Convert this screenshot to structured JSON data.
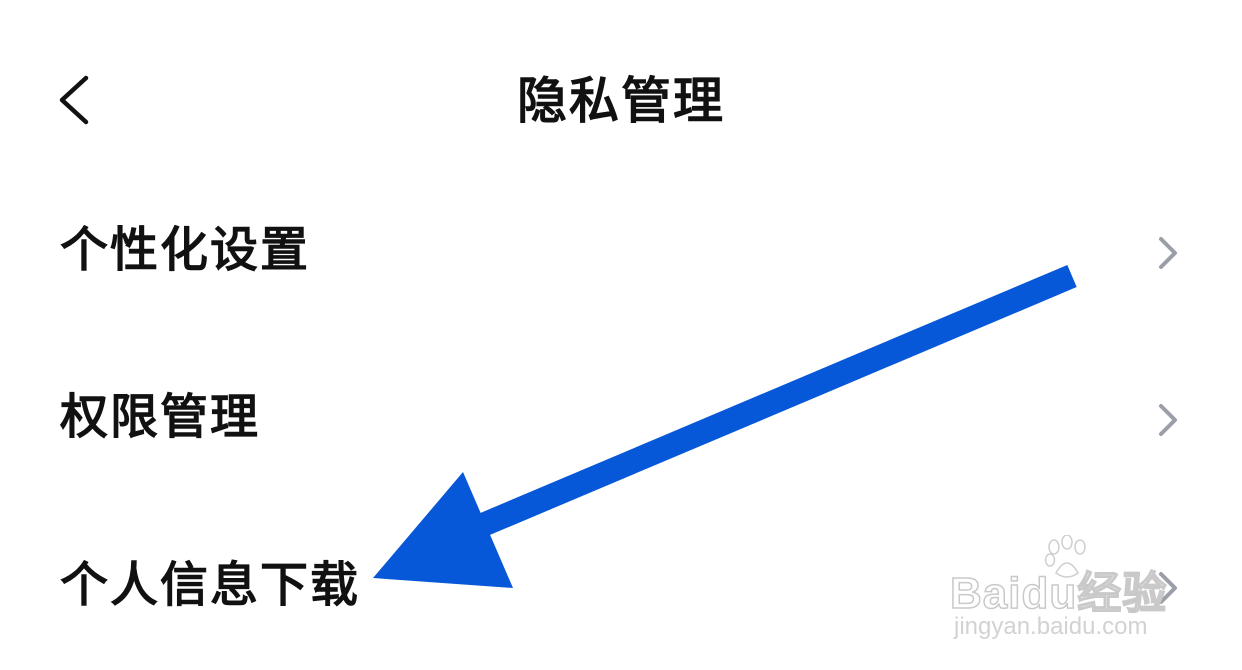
{
  "header": {
    "title": "隐私管理",
    "back_icon": "chevron-left-icon"
  },
  "menu": {
    "items": [
      {
        "label": "个性化设置",
        "icon": "chevron-right-icon"
      },
      {
        "label": "权限管理",
        "icon": "chevron-right-icon"
      },
      {
        "label": "个人信息下载",
        "icon": "chevron-right-icon"
      }
    ]
  },
  "annotation": {
    "arrow_color": "#0757d9"
  },
  "watermark": {
    "brand": "Baidu经验",
    "url": "jingyan.baidu.com"
  },
  "colors": {
    "text": "#111111",
    "chevron": "#9a9ea6",
    "background": "#ffffff"
  }
}
